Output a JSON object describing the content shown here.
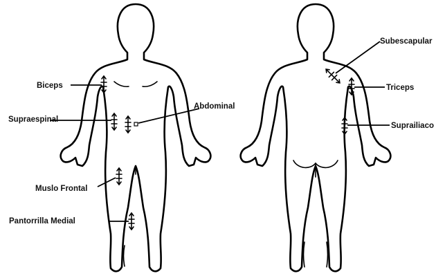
{
  "sites": {
    "biceps": "Biceps",
    "supraespinal": "Supraespinal",
    "abdominal": "Abdominal",
    "muslo_frontal": "Muslo Frontal",
    "pantorrilla_medial": "Pantorrilla Medial",
    "subescapular": "Subescapular",
    "triceps": "Triceps",
    "suprailiaco": "Suprailiaco"
  },
  "colors": {
    "outline": "#000000",
    "text": "#111111",
    "background": "#ffffff"
  },
  "icons": [
    "skinfold-caliper-mark"
  ]
}
